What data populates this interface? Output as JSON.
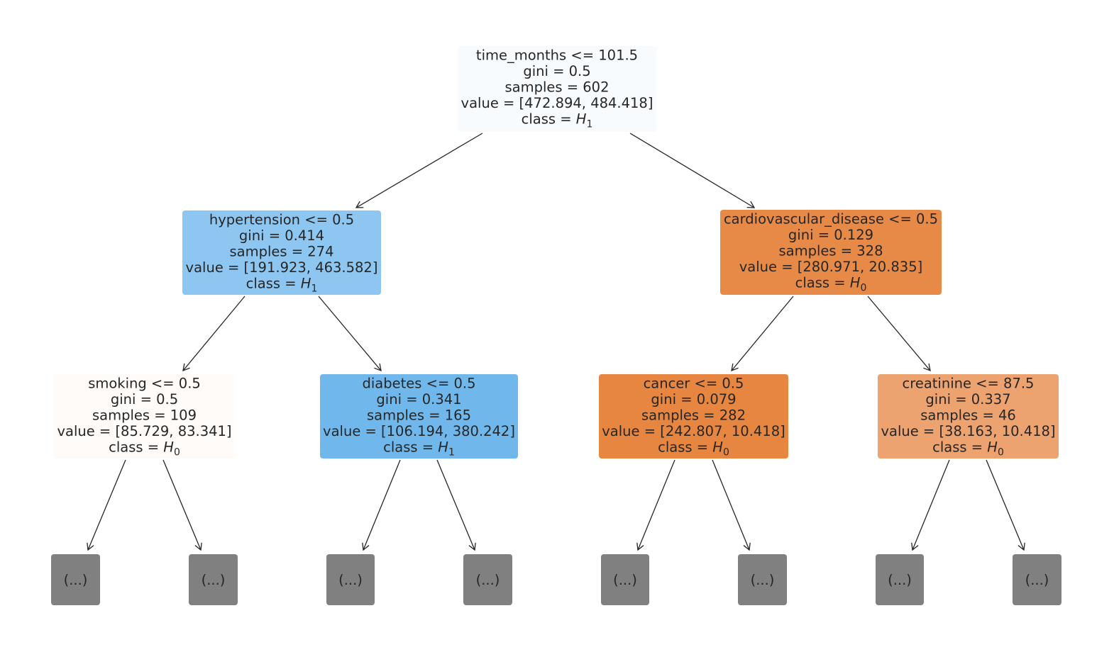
{
  "chart_data": {
    "type": "decision-tree",
    "title": "",
    "class_colors": {
      "H0": "#e58139",
      "H1": "#399de5"
    },
    "truncated_leaf_label": "(...)",
    "nodes": [
      {
        "id": "root",
        "split": "time_months <= 101.5",
        "gini": "0.5",
        "samples": "602",
        "value": "[472.894, 484.418]",
        "class": "H",
        "class_sub": "1",
        "fill": "#f8fbfe",
        "children": [
          "n_hyper",
          "n_cardio"
        ]
      },
      {
        "id": "n_hyper",
        "split": "hypertension <= 0.5",
        "gini": "0.414",
        "samples": "274",
        "value": "[191.923, 463.582]",
        "class": "H",
        "class_sub": "1",
        "fill": "#8cc6f1",
        "children": [
          "n_smoking",
          "n_diabetes"
        ]
      },
      {
        "id": "n_cardio",
        "split": "cardiovascular_disease <= 0.5",
        "gini": "0.129",
        "samples": "328",
        "value": "[280.971, 20.835]",
        "class": "H",
        "class_sub": "0",
        "fill": "#e78a48",
        "children": [
          "n_cancer",
          "n_creat"
        ]
      },
      {
        "id": "n_smoking",
        "split": "smoking <= 0.5",
        "gini": "0.5",
        "samples": "109",
        "value": "[85.729, 83.341]",
        "class": "H",
        "class_sub": "0",
        "fill": "#fefbf9",
        "children": [
          "leaf1",
          "leaf2"
        ]
      },
      {
        "id": "n_diabetes",
        "split": "diabetes <= 0.5",
        "gini": "0.341",
        "samples": "165",
        "value": "[106.194, 380.242]",
        "class": "H",
        "class_sub": "1",
        "fill": "#70b8ec",
        "children": [
          "leaf3",
          "leaf4"
        ]
      },
      {
        "id": "n_cancer",
        "split": "cancer <= 0.5",
        "gini": "0.079",
        "samples": "282",
        "value": "[242.807, 10.418]",
        "class": "H",
        "class_sub": "0",
        "fill": "#e68641",
        "children": [
          "leaf5",
          "leaf6"
        ]
      },
      {
        "id": "n_creat",
        "split": "creatinine <= 87.5",
        "gini": "0.337",
        "samples": "46",
        "value": "[38.163, 10.418]",
        "class": "H",
        "class_sub": "0",
        "fill": "#eca36f",
        "children": [
          "leaf7",
          "leaf8"
        ]
      }
    ],
    "leaves": [
      {
        "id": "leaf1",
        "label": "(...)",
        "fill": "#808080"
      },
      {
        "id": "leaf2",
        "label": "(...)",
        "fill": "#808080"
      },
      {
        "id": "leaf3",
        "label": "(...)",
        "fill": "#808080"
      },
      {
        "id": "leaf4",
        "label": "(...)",
        "fill": "#808080"
      },
      {
        "id": "leaf5",
        "label": "(...)",
        "fill": "#808080"
      },
      {
        "id": "leaf6",
        "label": "(...)",
        "fill": "#808080"
      },
      {
        "id": "leaf7",
        "label": "(...)",
        "fill": "#808080"
      },
      {
        "id": "leaf8",
        "label": "(...)",
        "fill": "#808080"
      }
    ],
    "labels": {
      "gini_prefix": "gini = ",
      "samples_prefix": "samples = ",
      "value_prefix": "value = ",
      "class_prefix": "class = "
    }
  }
}
